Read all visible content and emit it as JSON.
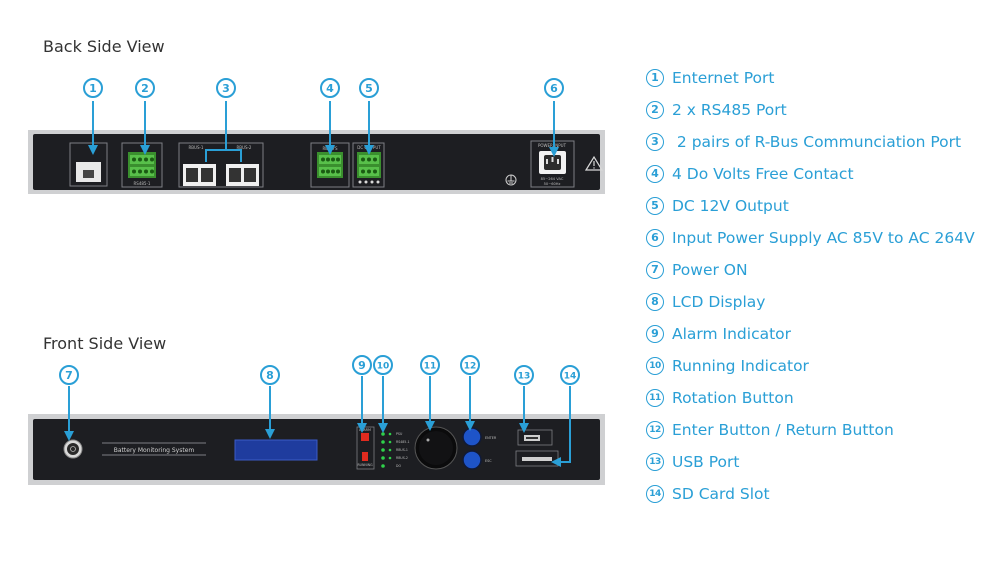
{
  "back_view": {
    "title": "Back Side View",
    "panel_labels": {
      "rs485": "RS485-1",
      "rbus1": "RBUS-1",
      "rbus2": "RBUS-2",
      "relay": "RELAYS",
      "dcout": "DC OUTPUT",
      "power": "POWER INPUT",
      "power_spec": "85~264 VAC",
      "power_freq": "50~60Hz"
    }
  },
  "front_view": {
    "title": "Front Side View",
    "brand_text": "Battery Monitoring System",
    "alarm_label": "ALARM",
    "running_label": "RUNNING",
    "enter_label": "ENTER",
    "esc_label": "ESC",
    "indicator_labels": [
      "PSU",
      "RS485-1",
      "RBUS-1",
      "RBUS-2",
      "DO"
    ]
  },
  "markers": [
    "1",
    "2",
    "3",
    "4",
    "5",
    "6",
    "7",
    "8",
    "9",
    "10",
    "11",
    "12",
    "13",
    "14"
  ],
  "legend": [
    {
      "num": "1",
      "label": "Enternet Port"
    },
    {
      "num": "2",
      "label": "2 x RS485 Port"
    },
    {
      "num": "3",
      "label": " 2 pairs of R-Bus Communciation Port"
    },
    {
      "num": "4",
      "label": "4 Do Volts Free Contact"
    },
    {
      "num": "5",
      "label": "DC 12V Output"
    },
    {
      "num": "6",
      "label": "Input Power Supply AC 85V to AC 264V"
    },
    {
      "num": "7",
      "label": "Power ON"
    },
    {
      "num": "8",
      "label": "LCD Display"
    },
    {
      "num": "9",
      "label": "Alarm Indicator"
    },
    {
      "num": "10",
      "label": "Running Indicator"
    },
    {
      "num": "11",
      "label": "Rotation Button"
    },
    {
      "num": "12",
      "label": "Enter Button / Return Button"
    },
    {
      "num": "13",
      "label": "USB Port"
    },
    {
      "num": "14",
      "label": "SD Card Slot"
    }
  ],
  "colors": {
    "accent": "#2a9fd6",
    "panel": "#1d1e22",
    "led": "#2fd14a",
    "alarm": "#e02b1f",
    "lcd": "#1f3c9e"
  }
}
